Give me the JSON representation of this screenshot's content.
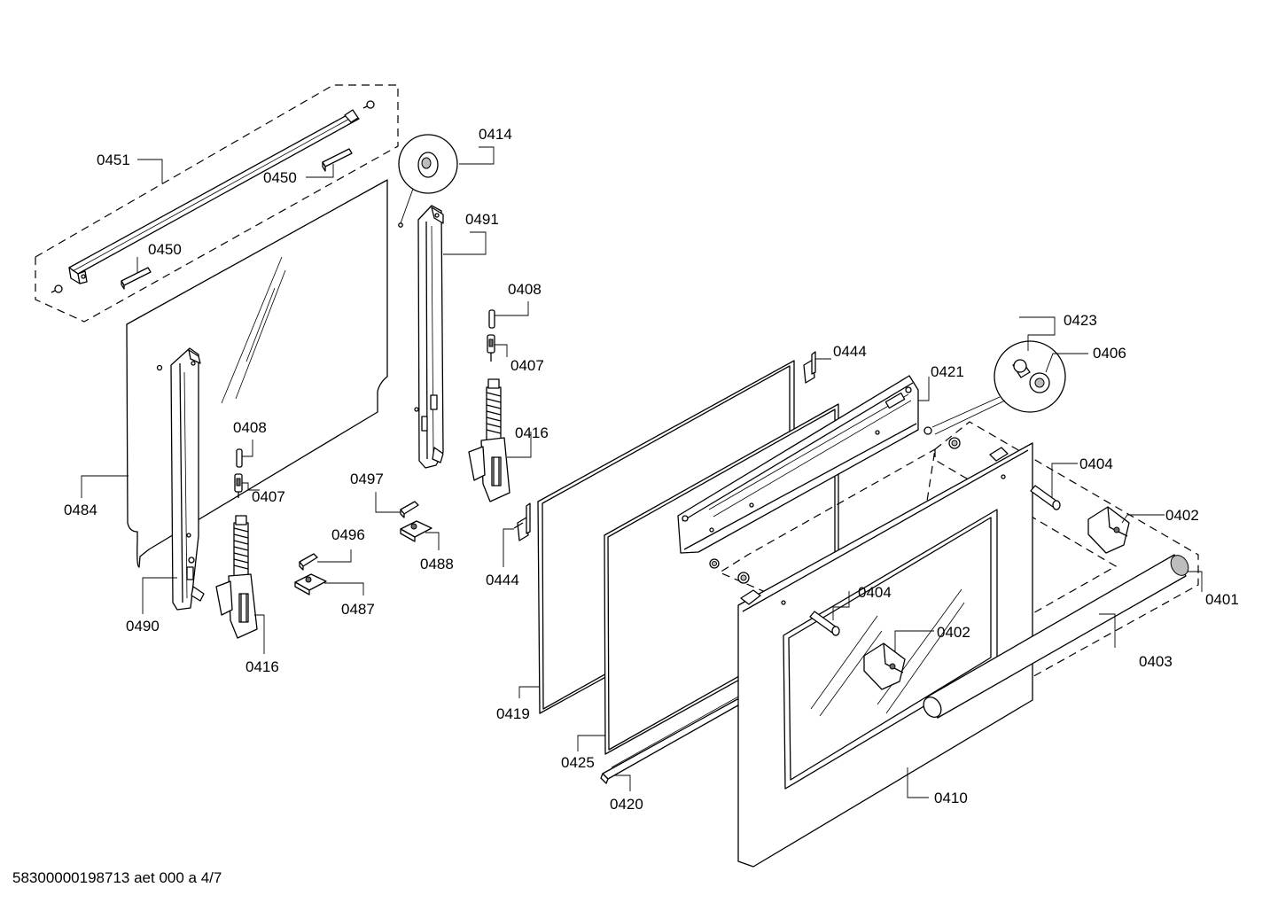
{
  "labels": {
    "l0451": "0451",
    "l0450a": "0450",
    "l0450b": "0450",
    "l0414": "0414",
    "l0491": "0491",
    "l0408a": "0408",
    "l0407a": "0407",
    "l0416a": "0416",
    "l0408b": "0408",
    "l0407b": "0407",
    "l0484": "0484",
    "l0490": "0490",
    "l0416b": "0416",
    "l0497": "0497",
    "l0488": "0488",
    "l0496": "0496",
    "l0487": "0487",
    "l0444a": "0444",
    "l0444b": "0444",
    "l0421": "0421",
    "l0423": "0423",
    "l0406": "0406",
    "l0404a": "0404",
    "l0402a": "0402",
    "l0401": "0401",
    "l0404b": "0404",
    "l0402b": "0402",
    "l0403": "0403",
    "l0419": "0419",
    "l0425": "0425",
    "l0420": "0420",
    "l0410": "0410"
  },
  "footer": "58300000198713 aet 000 a 4/7"
}
